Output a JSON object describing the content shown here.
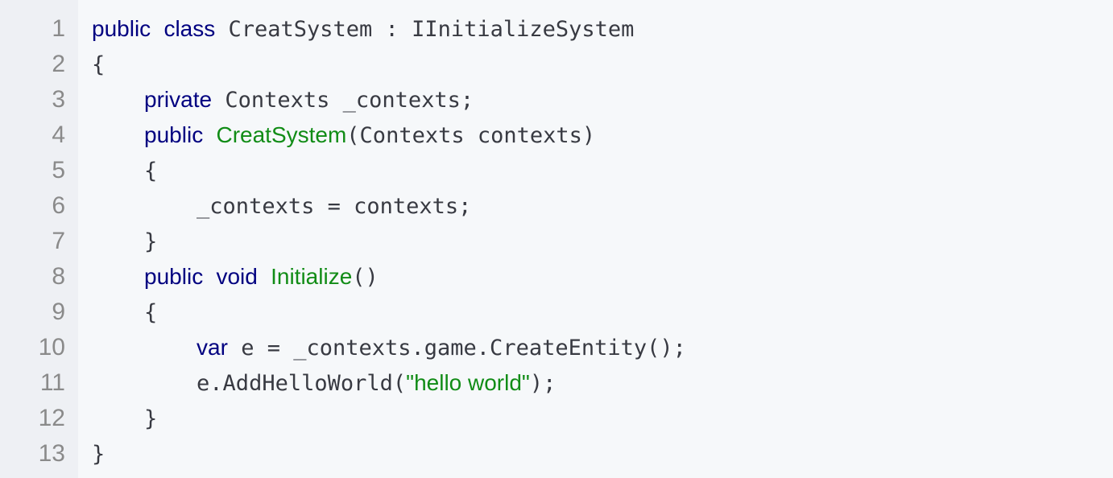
{
  "colors": {
    "background": "#f6f8fa",
    "gutter": "#eef0f4",
    "line_number": "#8a8a8a",
    "plain": "#383a42",
    "keyword": "#000080",
    "function": "#118c16",
    "string": "#118c16"
  },
  "code_lines": [
    {
      "number": "1",
      "tokens": [
        {
          "type": "kw",
          "text": "public"
        },
        {
          "type": "plain",
          "text": " "
        },
        {
          "type": "kw",
          "text": "class"
        },
        {
          "type": "plain",
          "text": " CreatSystem : IInitializeSystem"
        }
      ]
    },
    {
      "number": "2",
      "tokens": [
        {
          "type": "punct",
          "text": "{"
        }
      ]
    },
    {
      "number": "3",
      "tokens": [
        {
          "type": "plain",
          "text": "    "
        },
        {
          "type": "kw",
          "text": "private"
        },
        {
          "type": "plain",
          "text": " Contexts _contexts;"
        }
      ]
    },
    {
      "number": "4",
      "tokens": [
        {
          "type": "plain",
          "text": "    "
        },
        {
          "type": "kw",
          "text": "public"
        },
        {
          "type": "plain",
          "text": " "
        },
        {
          "type": "fn",
          "text": "CreatSystem"
        },
        {
          "type": "plain",
          "text": "(Contexts contexts)"
        }
      ]
    },
    {
      "number": "5",
      "tokens": [
        {
          "type": "plain",
          "text": "    {"
        }
      ]
    },
    {
      "number": "6",
      "tokens": [
        {
          "type": "plain",
          "text": "        _contexts = contexts;"
        }
      ]
    },
    {
      "number": "7",
      "tokens": [
        {
          "type": "plain",
          "text": "    }"
        }
      ]
    },
    {
      "number": "8",
      "tokens": [
        {
          "type": "plain",
          "text": "    "
        },
        {
          "type": "kw",
          "text": "public"
        },
        {
          "type": "plain",
          "text": " "
        },
        {
          "type": "kw",
          "text": "void"
        },
        {
          "type": "plain",
          "text": " "
        },
        {
          "type": "fn",
          "text": "Initialize"
        },
        {
          "type": "plain",
          "text": "()"
        }
      ]
    },
    {
      "number": "9",
      "tokens": [
        {
          "type": "plain",
          "text": "    {"
        }
      ]
    },
    {
      "number": "10",
      "tokens": [
        {
          "type": "plain",
          "text": "        "
        },
        {
          "type": "kw",
          "text": "var"
        },
        {
          "type": "plain",
          "text": " e = _contexts.game.CreateEntity();"
        }
      ]
    },
    {
      "number": "11",
      "tokens": [
        {
          "type": "plain",
          "text": "        e.AddHelloWorld("
        },
        {
          "type": "str",
          "text": "\"hello world\""
        },
        {
          "type": "plain",
          "text": ");"
        }
      ]
    },
    {
      "number": "12",
      "tokens": [
        {
          "type": "plain",
          "text": "    }"
        }
      ]
    },
    {
      "number": "13",
      "tokens": [
        {
          "type": "punct",
          "text": "}"
        }
      ]
    }
  ]
}
